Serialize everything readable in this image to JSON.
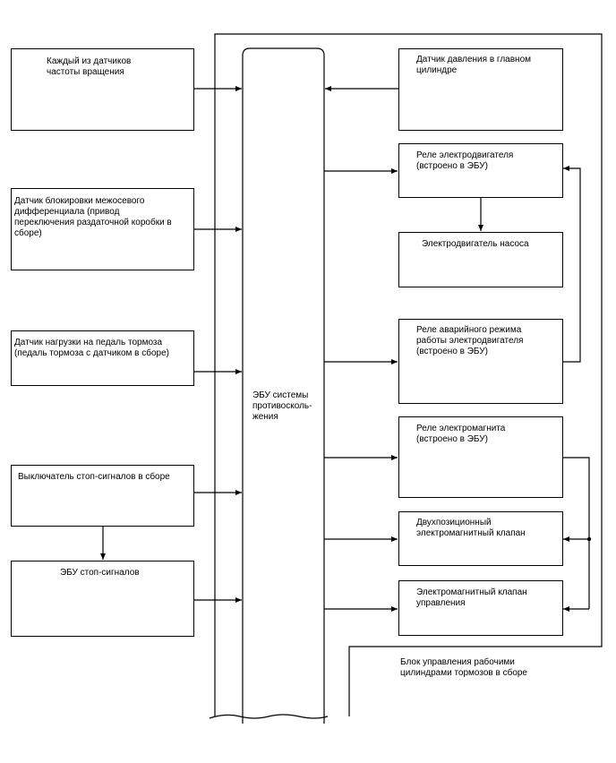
{
  "inputs": {
    "speed_sensors": "Каждый из датчиков\nчастоты вращения",
    "diff_lock_sensor": "Датчик блокировки межосевого\nдифференциала (привод\nпереключения раздаточной коробки в\nсборе)",
    "pedal_load_sensor": "Датчик нагрузки на педаль тормоза\n(педаль тормоза с датчиком в сборе)",
    "stop_switch": "Выключатель стоп-сигналов в сборе",
    "stop_ecu": "ЭБУ стоп-сигналов"
  },
  "ecu": {
    "label": "ЭБУ системы\nпротивосколь-\nжения"
  },
  "actuators": {
    "master_pressure_sensor": "Датчик давления в главном\nцилиндре",
    "motor_relay": "Реле электродвигателя\n(встроено в ЭБУ)",
    "pump_motor": "Электродвигатель насоса",
    "emergency_relay": "Реле аварийного режима\nработы электродвигателя\n(встроено в ЭБУ)",
    "solenoid_relay": "Реле электромагнита\n(встроено в ЭБУ)",
    "two_position_valve": "Двухпозиционный\nэлектромагнитный клапан",
    "control_valve": "Электромагнитный клапан\nуправления"
  },
  "assembly": {
    "label": "Блок управления рабочими\nцилиндрами тормозов в сборе"
  }
}
